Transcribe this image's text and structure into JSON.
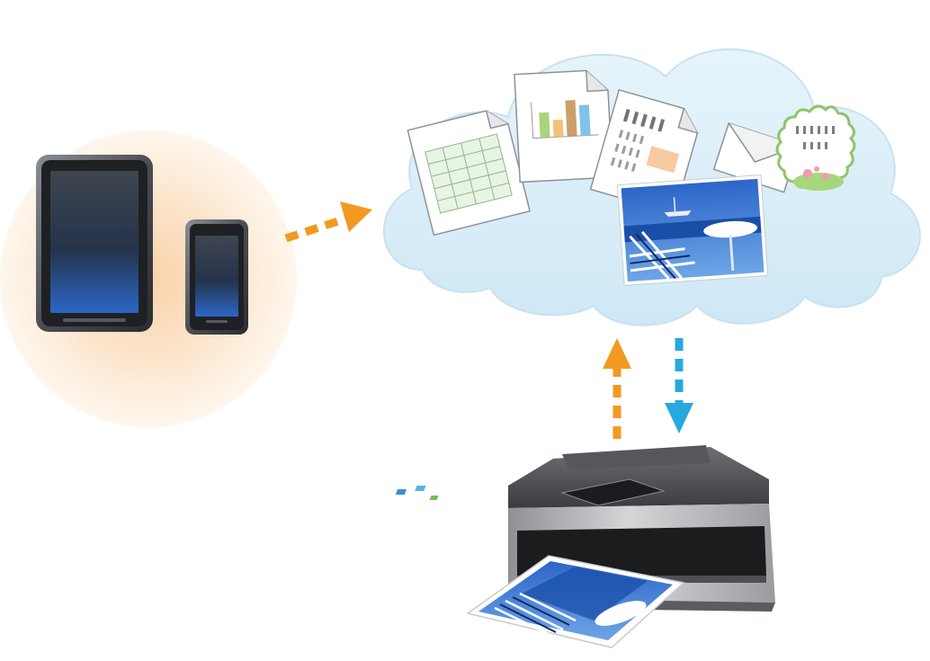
{
  "diagram": {
    "nodes": [
      {
        "id": "mobile-devices",
        "icon": "tablet-and-smartphone-icon"
      },
      {
        "id": "cloud",
        "icon": "cloud-icon",
        "contents": [
          "spreadsheet-document-icon",
          "bar-chart-document-icon",
          "text-document-icon",
          "envelope-icon",
          "greeting-card-icon",
          "photo-icon"
        ]
      },
      {
        "id": "printer",
        "icon": "printer-icon"
      }
    ],
    "edges": [
      {
        "from": "mobile-devices",
        "to": "cloud",
        "style": "dashed",
        "color": "#f29a1f"
      },
      {
        "from": "printer",
        "to": "cloud",
        "style": "dashed",
        "color": "#f29a1f"
      },
      {
        "from": "cloud",
        "to": "printer",
        "style": "dashed",
        "color": "#29a8e0"
      }
    ]
  },
  "colors": {
    "upload_arrow": "#f29a1f",
    "download_arrow": "#29a8e0",
    "cloud_fill": "#dbeef8",
    "glow": "#fbe3c6"
  }
}
